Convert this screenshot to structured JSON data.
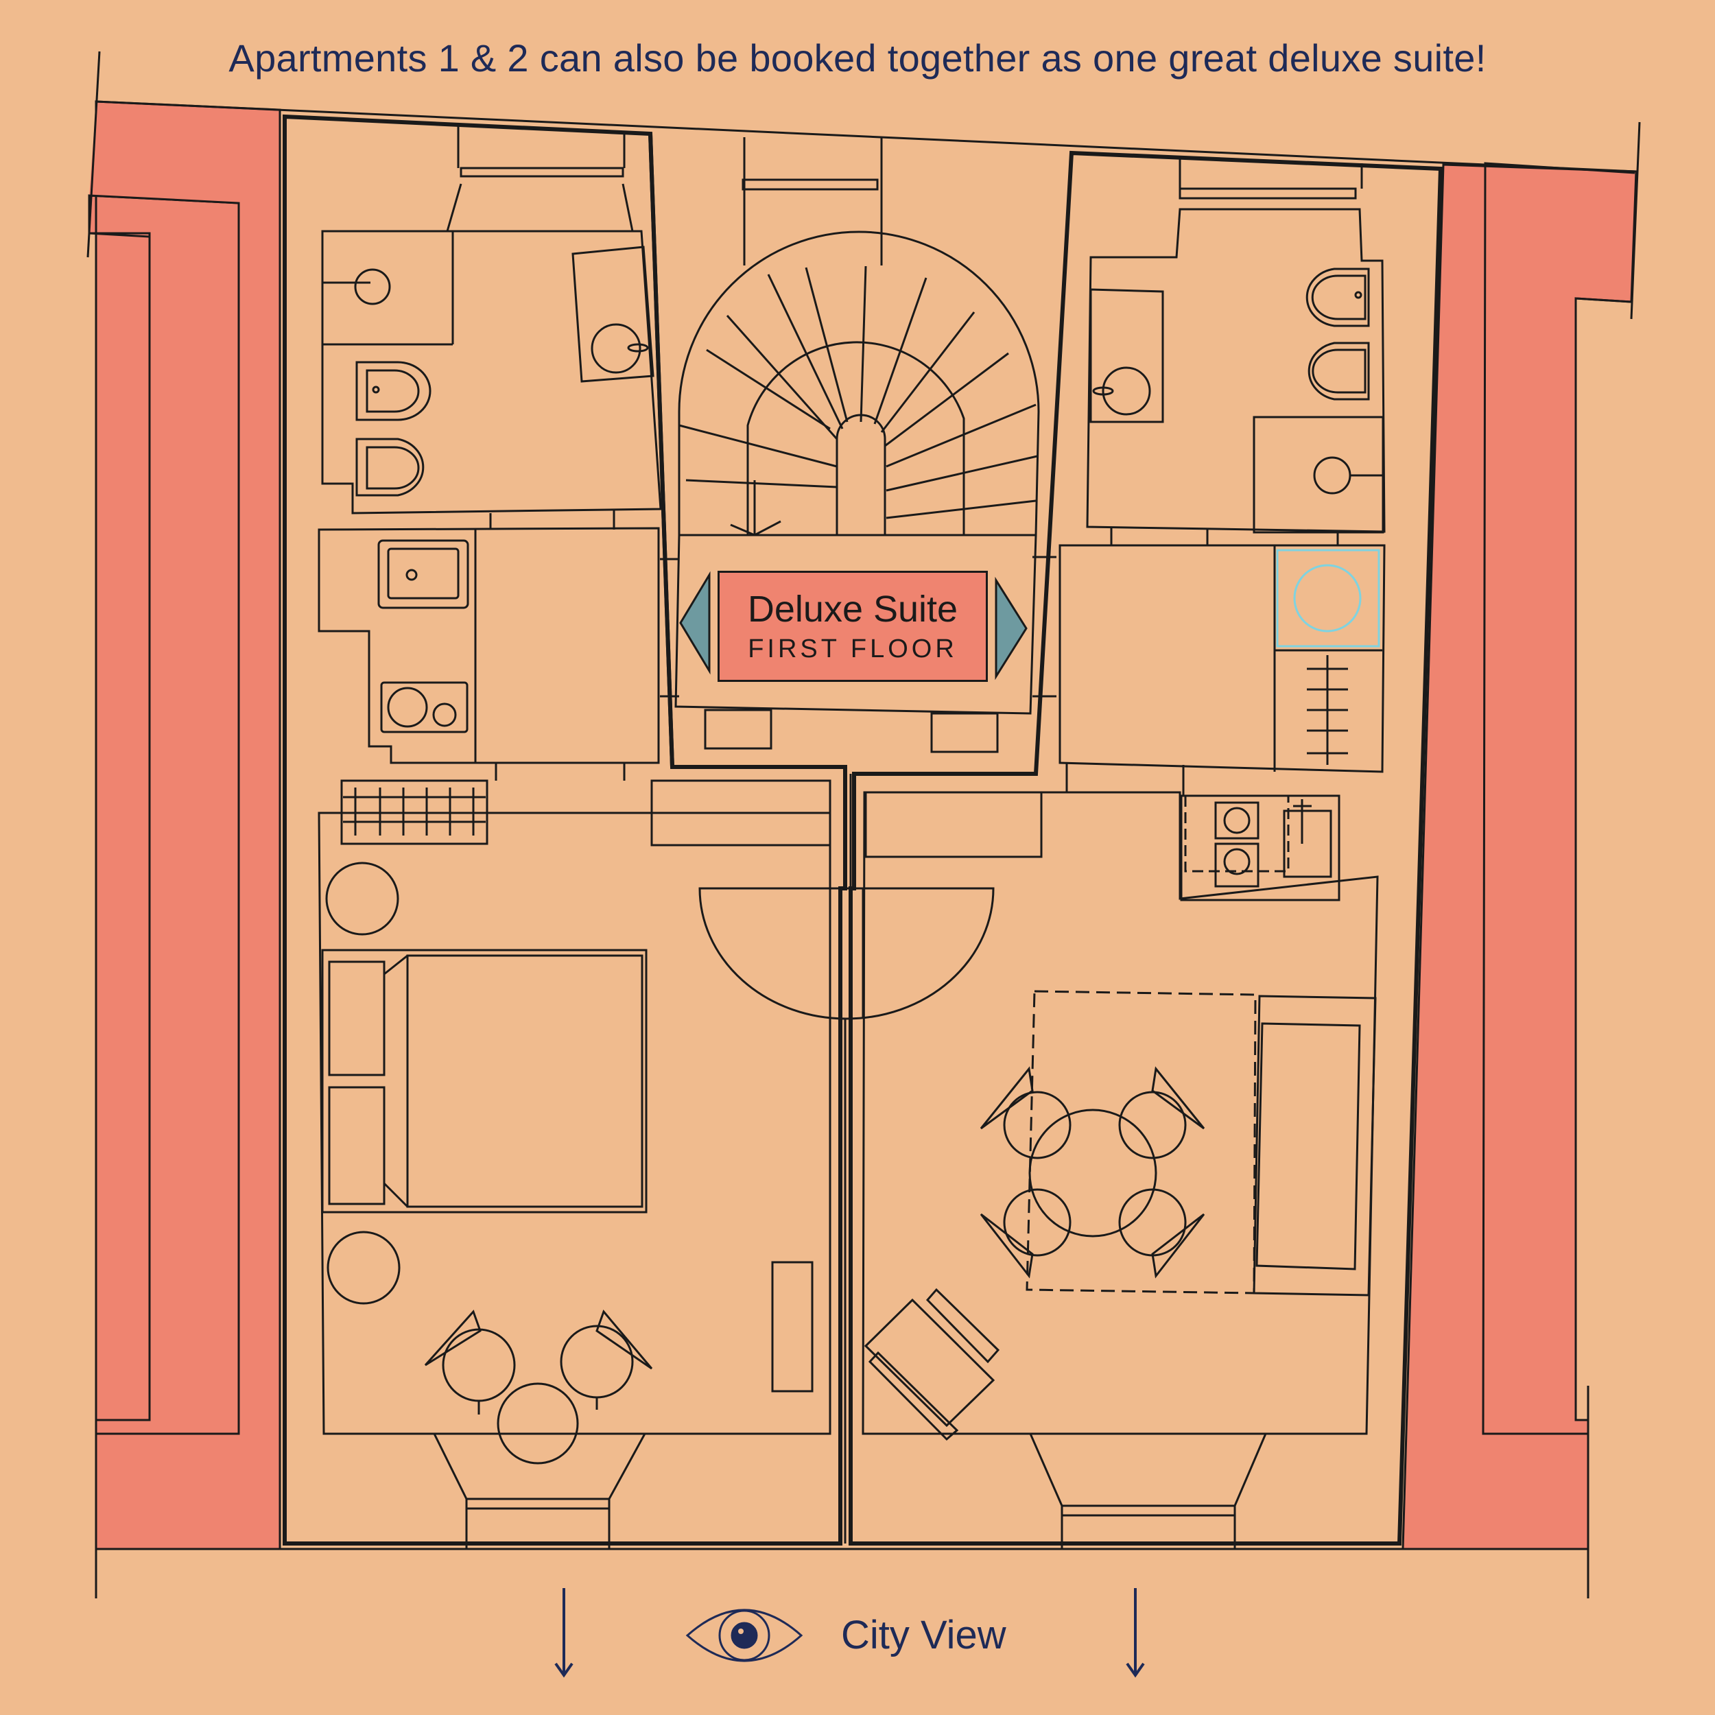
{
  "banner": {
    "text": "Apartments 1 & 2 can also be booked together as one great deluxe suite!"
  },
  "suite_label": {
    "title": "Deluxe Suite",
    "subtitle": "FIRST FLOOR"
  },
  "view": {
    "label": "City View",
    "icon": "eye-icon"
  },
  "colors": {
    "background": "#f0bb8e",
    "wall": "#ef8470",
    "line": "#1a1a1a",
    "text": "#1e2a57",
    "arrow_marker": "#6e9aa0",
    "washer": "#7fd3e0"
  }
}
